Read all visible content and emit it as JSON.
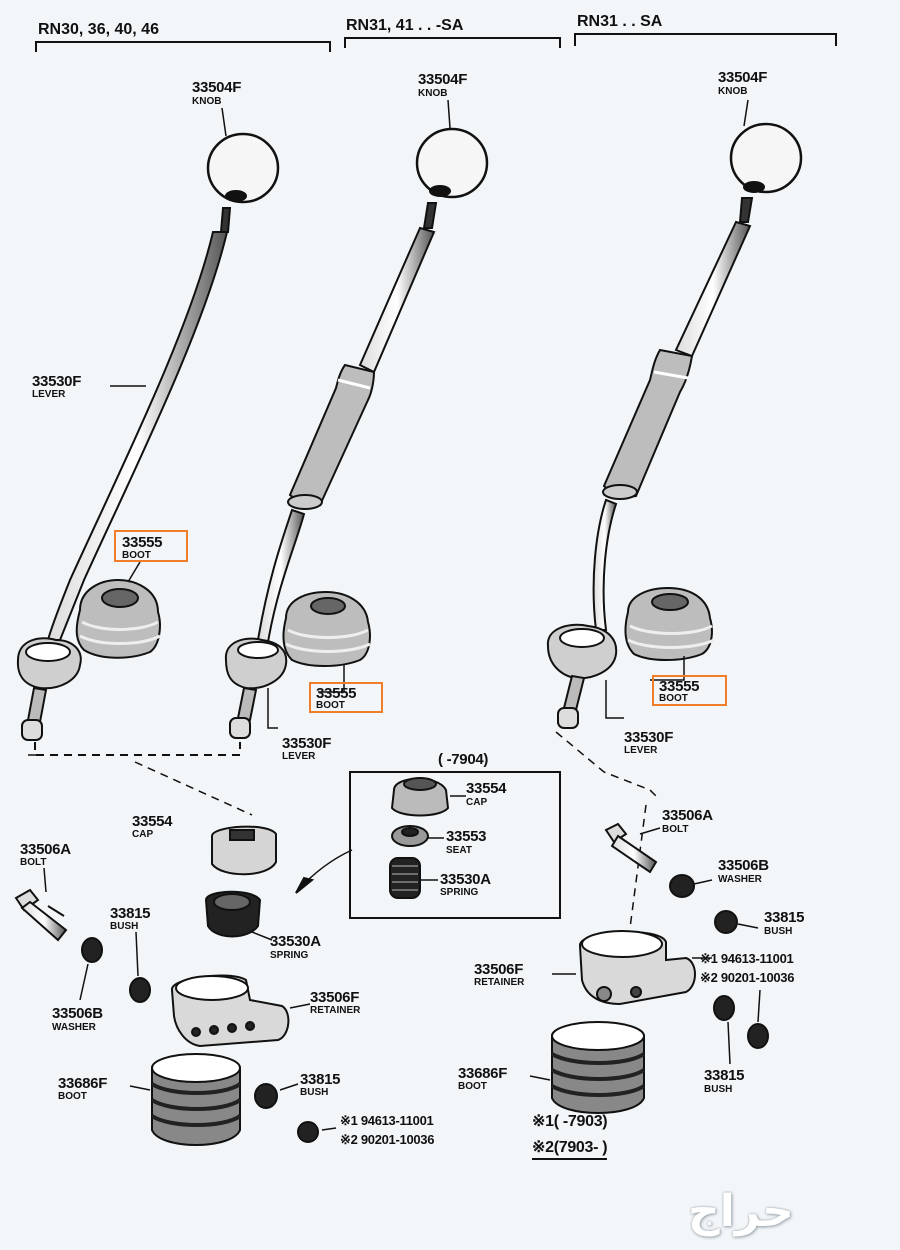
{
  "headers": {
    "col1": "RN30, 36, 40, 46",
    "col2": "RN31, 41 . .    -SA",
    "col3": "RN31 . . SA"
  },
  "parts": {
    "knob_1": {
      "num": "33504F",
      "desc": "KNOB"
    },
    "knob_2": {
      "num": "33504F",
      "desc": "KNOB"
    },
    "knob_3": {
      "num": "33504F",
      "desc": "KNOB"
    },
    "lever_1": {
      "num": "33530F",
      "desc": "LEVER"
    },
    "lever_2": {
      "num": "33530F",
      "desc": "LEVER"
    },
    "lever_3": {
      "num": "33530F",
      "desc": "LEVER"
    },
    "boot_1": {
      "num": "33555",
      "desc": "BOOT"
    },
    "boot_2": {
      "num": "33555",
      "desc": "BOOT"
    },
    "boot_3": {
      "num": "33555",
      "desc": "BOOT"
    },
    "cap_1": {
      "num": "33554",
      "desc": "CAP"
    },
    "cap_2": {
      "num": "33554",
      "desc": "CAP"
    },
    "seat": {
      "num": "33553",
      "desc": "SEAT"
    },
    "spring_1": {
      "num": "33530A",
      "desc": "SPRING"
    },
    "spring_2": {
      "num": "33530A",
      "desc": "SPRING"
    },
    "bolt_1": {
      "num": "33506A",
      "desc": "BOLT"
    },
    "bolt_2": {
      "num": "33506A",
      "desc": "BOLT"
    },
    "washer_1": {
      "num": "33506B",
      "desc": "WASHER"
    },
    "washer_2": {
      "num": "33506B",
      "desc": "WASHER"
    },
    "bush_1": {
      "num": "33815",
      "desc": "BUSH"
    },
    "bush_2": {
      "num": "33815",
      "desc": "BUSH"
    },
    "bush_3": {
      "num": "33815",
      "desc": "BUSH"
    },
    "bush_4": {
      "num": "33815",
      "desc": "BUSH"
    },
    "retainer_1": {
      "num": "33506F",
      "desc": "RETAINER"
    },
    "retainer_2": {
      "num": "33506F",
      "desc": "RETAINER"
    },
    "boot_lower_1": {
      "num": "33686F",
      "desc": "BOOT"
    },
    "boot_lower_2": {
      "num": "33686F",
      "desc": "BOOT"
    }
  },
  "inset_range": "(      -7904)",
  "alt_parts_left": {
    "line1": "※1  94613-11001",
    "line2": "※2  90201-10036"
  },
  "alt_parts_right": {
    "line1": "※1  94613-11001",
    "line2": "※2  90201-10036"
  },
  "footnotes": {
    "line1": "※1(         -7903)",
    "line2": "※2(7903-            )"
  },
  "watermark": "حراج",
  "colors": {
    "highlight": "#ef7d2a",
    "ink": "#111111",
    "background": "#f3f6f8"
  }
}
